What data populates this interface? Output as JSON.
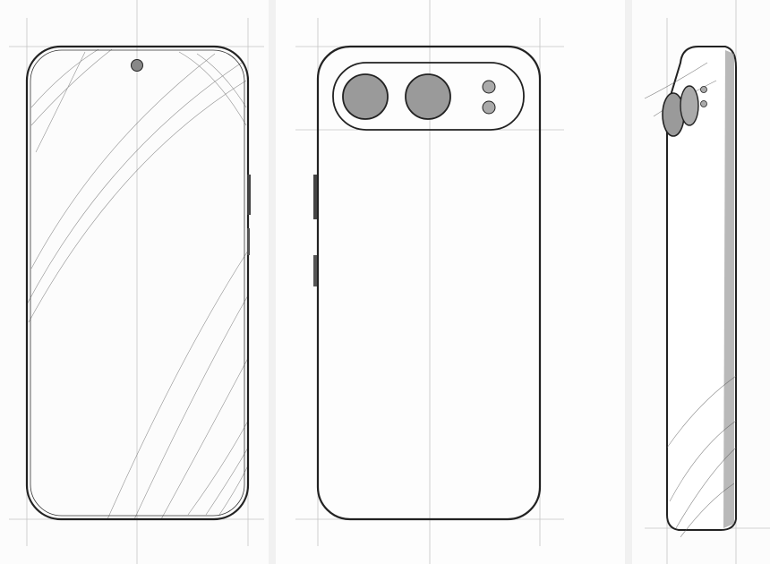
{
  "colors": {
    "paper": "#fbfbfb",
    "panel_gap": "#eeeeee",
    "ink": "#222222",
    "guide": "#bdbdbd",
    "hatch": "#555555",
    "lens_fill": "#9a9a9a"
  },
  "views": [
    {
      "view": "front",
      "icon": "phone-front-sketch"
    },
    {
      "view": "back",
      "icon": "phone-back-sketch"
    },
    {
      "view": "side",
      "icon": "phone-side-sketch"
    }
  ]
}
